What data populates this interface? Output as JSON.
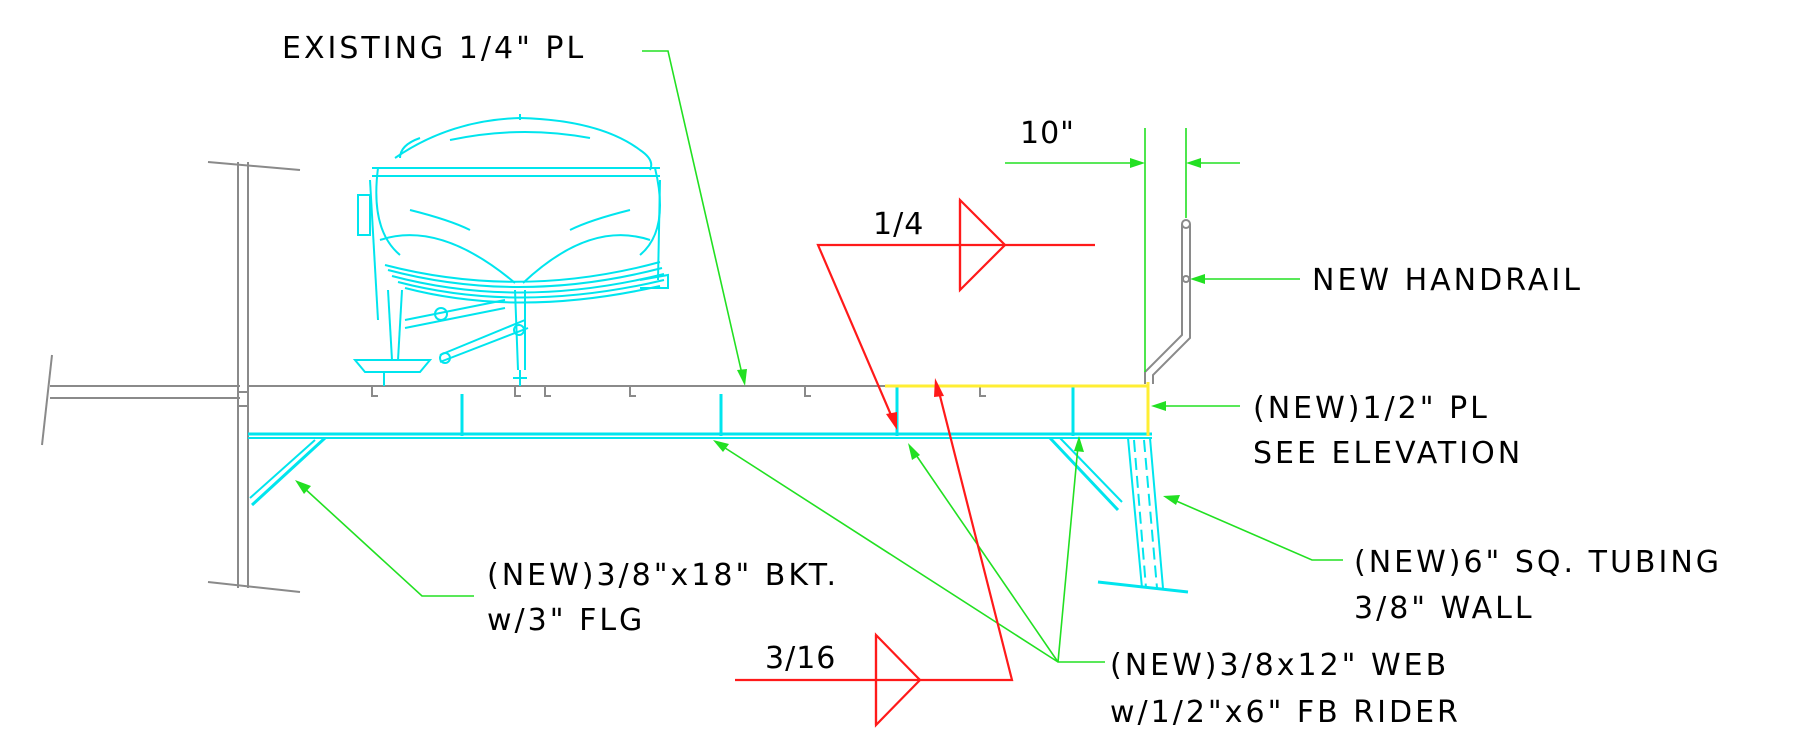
{
  "labels": {
    "existing_plate": "EXISTING 1/4\" PL",
    "dimension_10": "10\"",
    "new_handrail": "NEW HANDRAIL",
    "new_plate_line1": "(NEW)1/2\" PL",
    "new_plate_line2": "SEE ELEVATION",
    "tubing_line1": "(NEW)6\" SQ. TUBING",
    "tubing_line2": "3/8\" WALL",
    "bracket_line1": "(NEW)3/8\"x18\" BKT.",
    "bracket_line2": "w/3\" FLG",
    "web_line1": "(NEW)3/8x12\" WEB",
    "web_line2": "w/1/2\"x6\" FB RIDER"
  },
  "weld_symbols": {
    "upper_size": "1/4",
    "lower_size": "3/16"
  },
  "colors": {
    "existing": "#8a8a8a",
    "new_steel": "#00e5ee",
    "leaders": "#22e022",
    "welds": "#ff1a1a",
    "new_plate": "#ffee33",
    "text": "#000000"
  }
}
